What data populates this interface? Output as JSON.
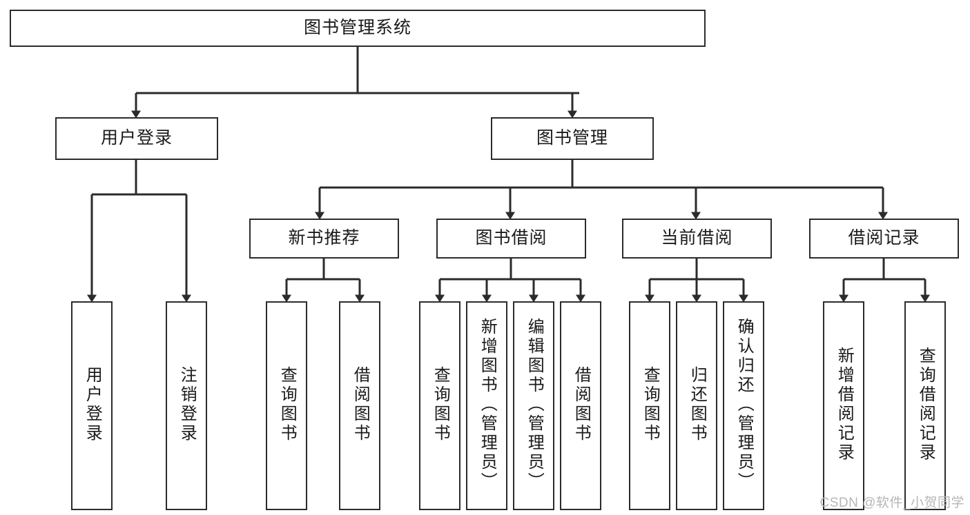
{
  "diagram": {
    "title": "图书管理系统",
    "root": {
      "label": "图书管理系统"
    },
    "level2": [
      {
        "label": "用户登录"
      },
      {
        "label": "图书管理"
      }
    ],
    "level3": [
      {
        "label": "新书推荐"
      },
      {
        "label": "图书借阅"
      },
      {
        "label": "当前借阅"
      },
      {
        "label": "借阅记录"
      }
    ],
    "leaves": [
      {
        "label": "用户登录"
      },
      {
        "label": "注销登录"
      },
      {
        "label": "查询图书"
      },
      {
        "label": "借阅图书"
      },
      {
        "label": "查询图书"
      },
      {
        "label": "新增图书（管理员）"
      },
      {
        "label": "编辑图书（管理员）"
      },
      {
        "label": "借阅图书"
      },
      {
        "label": "查询图书"
      },
      {
        "label": "归还图书"
      },
      {
        "label": "确认归还（管理员）"
      },
      {
        "label": "新增借阅记录"
      },
      {
        "label": "查询借阅记录"
      }
    ]
  },
  "watermark": {
    "text": "CSDN @软件_小贺同学"
  },
  "colors": {
    "stroke": "#2b2b2b",
    "text": "#1a1a1a",
    "background": "#ffffff",
    "watermark": "#b6b6b6"
  }
}
